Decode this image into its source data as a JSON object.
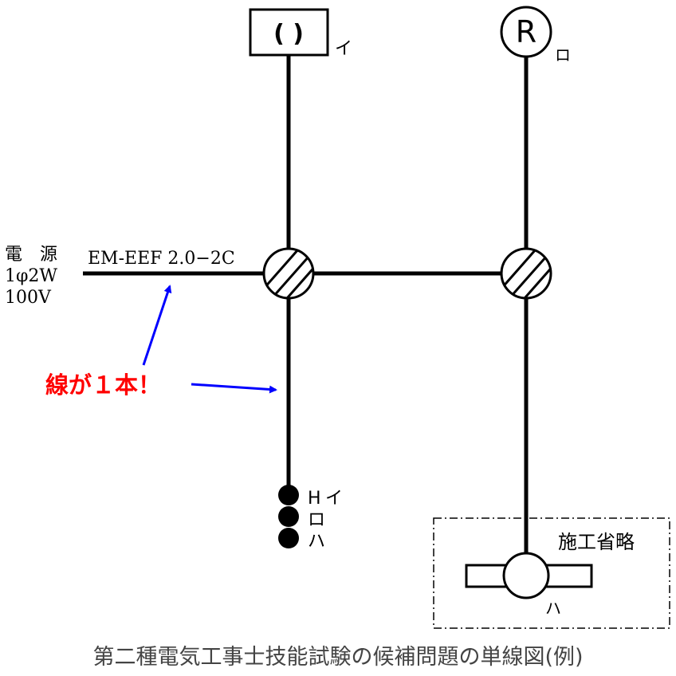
{
  "title": "第二種電気工事士技能試験の候補問題の単線図(例)",
  "colors": {
    "wire": "#000000",
    "annotation_text": "#ff0000",
    "arrow": "#0000ff",
    "title_text": "#444444"
  },
  "power_source": {
    "line1": "電　源",
    "line2": "1φ2W",
    "line3": "100V"
  },
  "cable_label": "EM-EEF 2.0−2C",
  "annotation": "線が１本！",
  "fixtures": {
    "ceiling_light": {
      "symbol": "( )",
      "label": "イ"
    },
    "receptacle_light": {
      "symbol": "R",
      "label": "ロ"
    },
    "wall_light": {
      "label": "ハ"
    }
  },
  "switch_terminals": [
    {
      "prefix": "H",
      "label": "イ"
    },
    {
      "prefix": "",
      "label": "ロ"
    },
    {
      "prefix": "",
      "label": "ハ"
    }
  ],
  "omitted_area_label": "施工省略"
}
